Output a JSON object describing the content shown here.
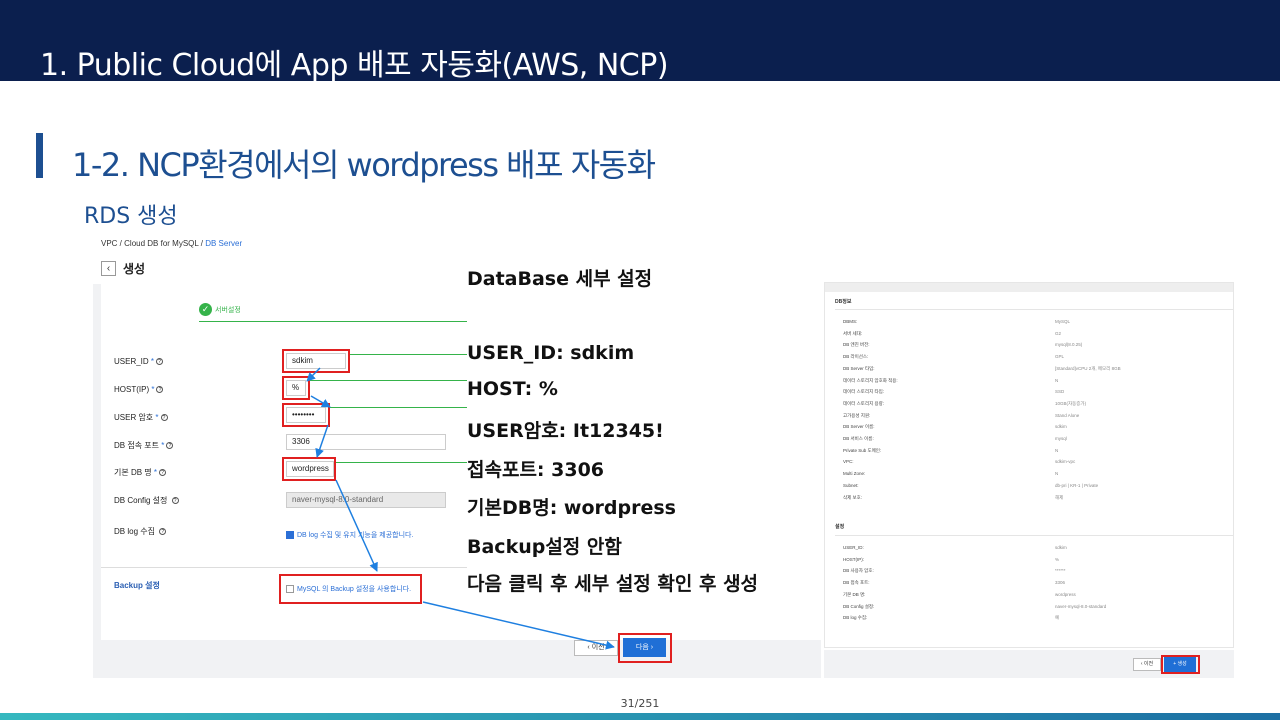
{
  "header": {
    "title": "1. Public Cloud에 App 배포 자동화(AWS, NCP)"
  },
  "section": {
    "title": "1-2. NCP환경에서의 wordpress 배포 자동화",
    "subtitle": "RDS 생성"
  },
  "left_screenshot": {
    "breadcrumb": {
      "part1": "VPC /",
      "part2": "Cloud DB for MySQL /",
      "active": "DB Server"
    },
    "back_icon": "‹",
    "page_title": "생성",
    "step": {
      "check_icon": "✓",
      "label": "서버설정"
    },
    "fields": [
      {
        "label": "USER_ID",
        "required": "*",
        "value": "sdkim"
      },
      {
        "label": "HOST(IP)",
        "required": "*",
        "value": "%"
      },
      {
        "label": "USER 암호",
        "required": "*",
        "value": "••••••••"
      },
      {
        "label": "DB 접속 포트",
        "required": "*",
        "value": "3306"
      },
      {
        "label": "기본 DB 명",
        "required": "*",
        "value": "wordpress"
      },
      {
        "label": "DB Config 설정",
        "required": "",
        "value": "naver-mysql-8.0-standard"
      }
    ],
    "help_icon": "?",
    "db_log": {
      "label": "DB log 수집",
      "text": "DB log 수집 및 유지 기능을 제공합니다."
    },
    "backup": {
      "label": "Backup 설정",
      "text": "MySQL 의 Backup 설정을 사용합니다."
    },
    "buttons": {
      "prev": "‹  이전",
      "next": "다음  ›"
    }
  },
  "notes": {
    "title": "DataBase 세부 설정",
    "lines": [
      "USER_ID: sdkim",
      "HOST: %",
      "USER암호: It12345!",
      "접속포트: 3306",
      "기본DB명: wordpress",
      "Backup설정 안함",
      "다음 클릭 후 세부 설정 확인 후 생성"
    ]
  },
  "right_screenshot": {
    "section1": "DB정보",
    "rows1": [
      {
        "k": "DBMS:",
        "v": "MySQL"
      },
      {
        "k": "서버 세대:",
        "v": "G2"
      },
      {
        "k": "DB 엔진 버전:",
        "v": "mysql(8.0.25)"
      },
      {
        "k": "DB 라이선스:",
        "v": "GPL"
      },
      {
        "k": "DB Server 타입:",
        "v": "[Standard]vCPU 2개, 메모리 8GB"
      },
      {
        "k": "데이터 스토리지 암호화 적용:",
        "v": "N"
      },
      {
        "k": "데이터 스토리지 타입:",
        "v": "SSD"
      },
      {
        "k": "데이터 스토리지 용량:",
        "v": "10GB(자동증가)"
      },
      {
        "k": "고가용성 지원:",
        "v": "Stand Alone"
      },
      {
        "k": "DB Server 이름:",
        "v": "sdkim"
      },
      {
        "k": "DB 서비스 이름:",
        "v": "mysql"
      },
      {
        "k": "Private Sub 도메인:",
        "v": "N"
      },
      {
        "k": "VPC:",
        "v": "sdkim-vpc"
      },
      {
        "k": "Multi Zone:",
        "v": "N"
      },
      {
        "k": "Subnet:",
        "v": "db-pri | KR-1 | Private"
      },
      {
        "k": "삭제 보호:",
        "v": "해제"
      }
    ],
    "section2": "설정",
    "rows2": [
      {
        "k": "USER_ID:",
        "v": "sdkim"
      },
      {
        "k": "HOST(IP):",
        "v": "%"
      },
      {
        "k": "DB 사용자 암호:",
        "v": "******"
      },
      {
        "k": "DB 접속 포트:",
        "v": "3306"
      },
      {
        "k": "기본 DB 명:",
        "v": "wordpress"
      },
      {
        "k": "DB Config 설정:",
        "v": "naver-mysql-8.0-standard"
      },
      {
        "k": "DB log 수집:",
        "v": "예"
      }
    ],
    "buttons": {
      "prev": "‹  이전",
      "create": "+ 생성"
    }
  },
  "page_number": "31/251",
  "colors": {
    "header_bg": "#0b1f4e",
    "accent": "#1d4f91",
    "highlight": "#e02020",
    "arrow": "#1e7fe0"
  }
}
